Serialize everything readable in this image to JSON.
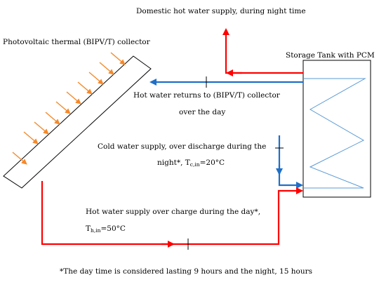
{
  "labels": {
    "domestic_hot_water": "Domestic hot water supply, during night time",
    "collector": "Photovoltaic thermal (BIPV/T) collector",
    "storage_tank": "Storage Tank with PCM",
    "hot_return_line1": "Hot water returns to (BIPV/T) collector",
    "hot_return_line2": "over the day",
    "cold_supply_line1": "Cold water supply, over discharge during the",
    "cold_supply_line2_prefix": "night*, T",
    "cold_supply_sub": "c,in",
    "cold_supply_suffix": "=20°C",
    "hot_supply_line1": "Hot water supply over charge during the day*,",
    "hot_supply_prefix": "T",
    "hot_supply_sub": "h,in",
    "hot_supply_suffix": "=50°C",
    "footnote": "*The day time is considered lasting 9 hours and the night, 15 hours"
  },
  "colors": {
    "hot_pipe": "#ff0000",
    "cold_pipe": "#1f6fc7",
    "sun_rays": "#f4892a",
    "coil": "#5b9bd5",
    "outline": "#000000"
  }
}
